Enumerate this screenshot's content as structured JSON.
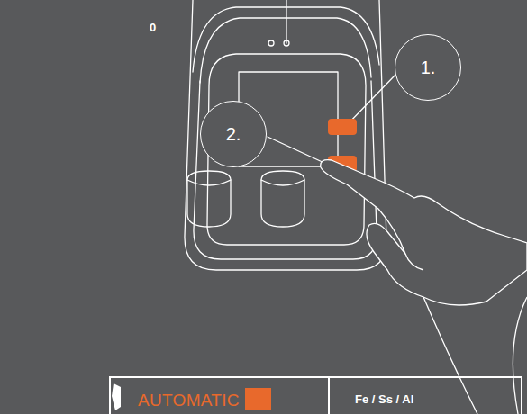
{
  "diagram": {
    "nodes": [
      {
        "text": [
          "1."
        ]
      },
      {
        "text": [
          "2."
        ]
      },
      {
        "text": [
          "AUTOMATIC"
        ]
      },
      {
        "text": [
          "Fe"
        ],
        "in": 2
      },
      {
        "text": [
          "Fe / Ss / Al"
        ]
      }
    ],
    "labels": [
      "0"
    ]
  }
}
